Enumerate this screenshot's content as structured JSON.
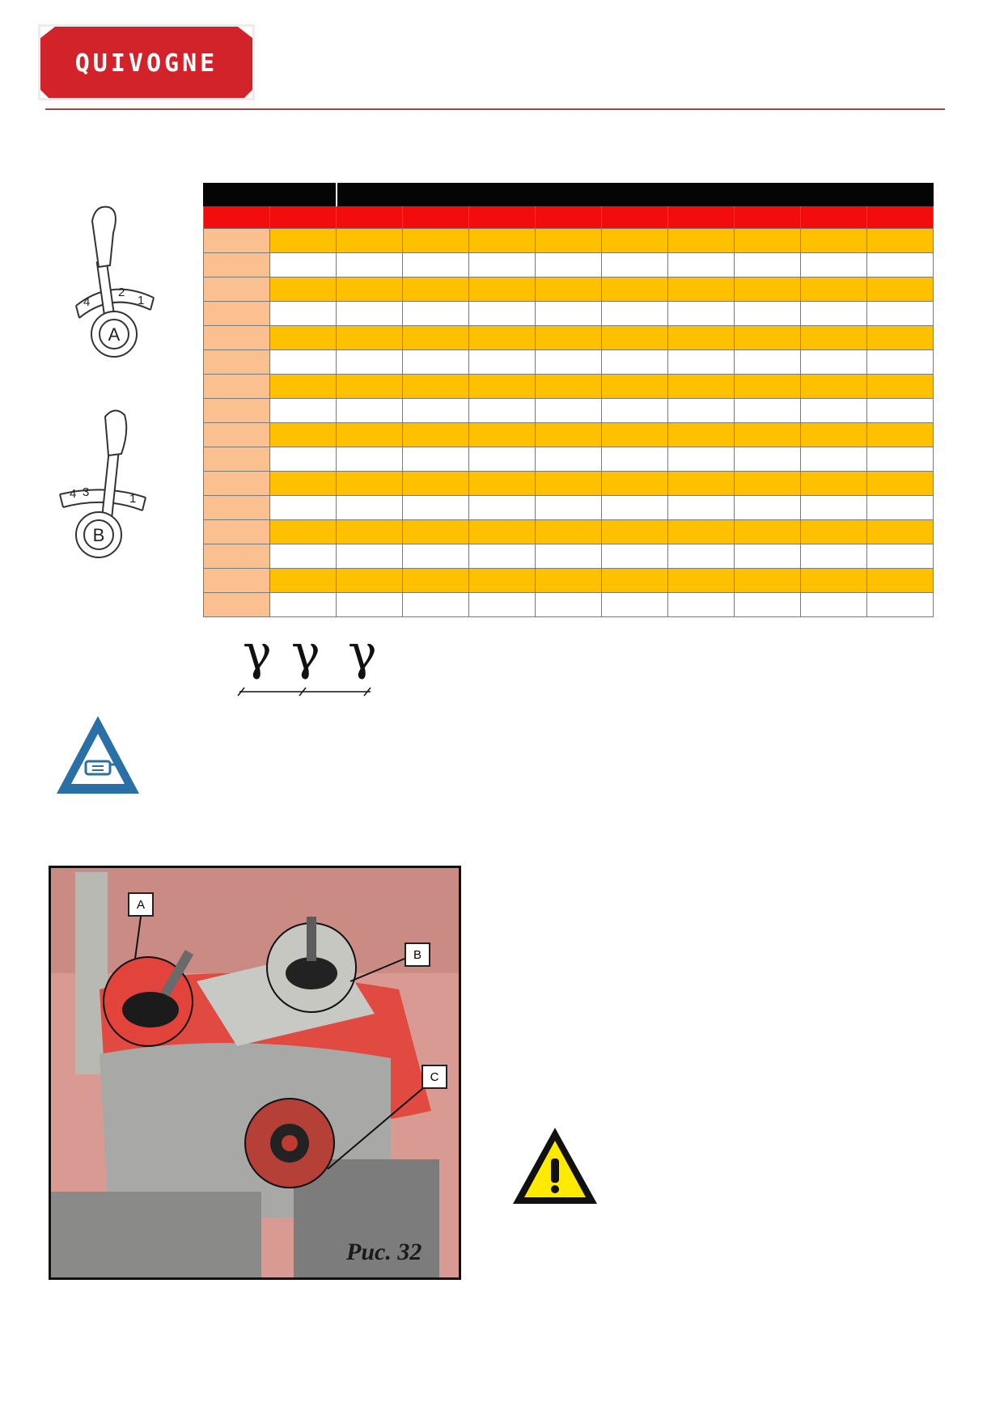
{
  "header": {
    "logo_text": "QUIVOGNE"
  },
  "levers": {
    "a": {
      "letter": "A",
      "positions": [
        "4",
        "2",
        "1"
      ]
    },
    "b": {
      "letter": "B",
      "positions": [
        "4",
        "3",
        "1"
      ]
    }
  },
  "table": {
    "columns": 11,
    "body_rows": 16,
    "row_pattern": [
      "yellow",
      "white"
    ]
  },
  "colors": {
    "header_black": "#050505",
    "header_red": "#f20c0c",
    "row_yellow": "#ffc000",
    "row_white": "#ffffff",
    "first_col_peach": "#fac090",
    "rule": "#9a4a43",
    "note_blue": "#2a6fa6",
    "warning_yellow": "#ffea00"
  },
  "glyphs": {
    "gamma": [
      "γ",
      "γ",
      "γ"
    ]
  },
  "icons": {
    "note": "pointing-hand-icon",
    "warning": "exclamation-warning-icon"
  },
  "figure": {
    "callouts": [
      "A",
      "B",
      "C"
    ],
    "caption": "Рис. 32"
  }
}
